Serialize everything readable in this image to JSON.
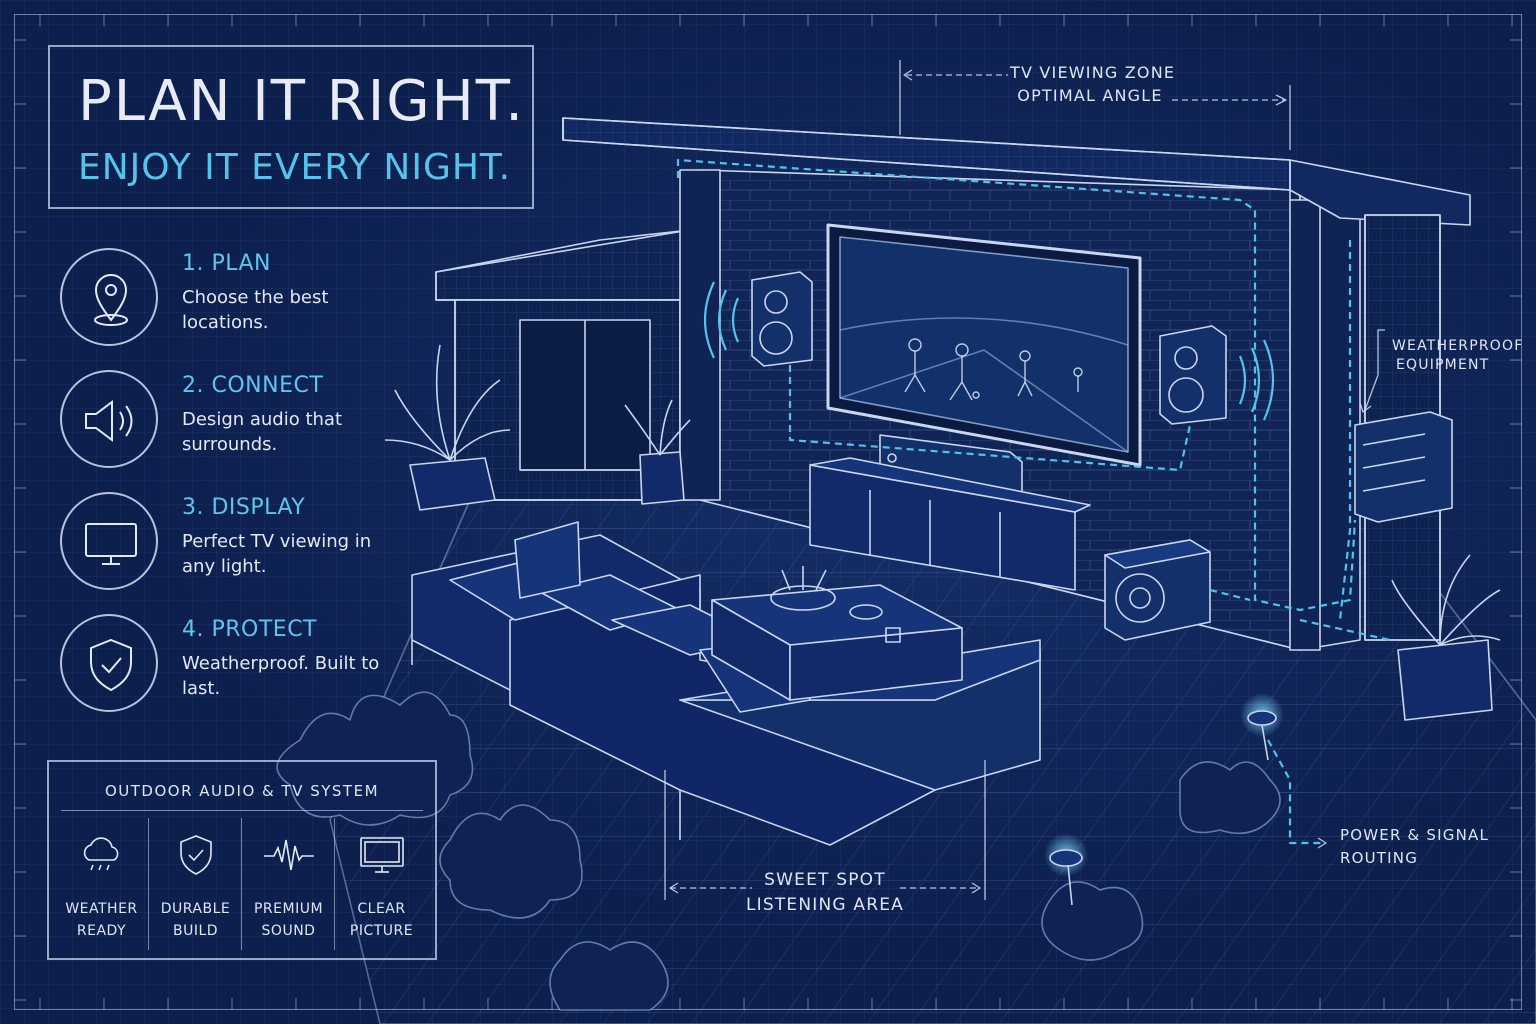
{
  "headline": {
    "line1": "PLAN IT RIGHT.",
    "line2": "ENJOY IT EVERY NIGHT."
  },
  "steps": [
    {
      "title": "1. PLAN",
      "desc": "Choose the best locations.",
      "icon": "location-pin-icon"
    },
    {
      "title": "2. CONNECT",
      "desc": "Design audio that surrounds.",
      "icon": "speaker-icon"
    },
    {
      "title": "3. DISPLAY",
      "desc": "Perfect TV viewing in any light.",
      "icon": "tv-icon"
    },
    {
      "title": "4. PROTECT",
      "desc": "Weatherproof. Built to last.",
      "icon": "shield-check-icon"
    }
  ],
  "system": {
    "title": "OUTDOOR AUDIO & TV SYSTEM",
    "features": [
      {
        "line1": "WEATHER",
        "line2": "READY",
        "icon": "rain-cloud-icon"
      },
      {
        "line1": "DURABLE",
        "line2": "BUILD",
        "icon": "shield-check-icon"
      },
      {
        "line1": "PREMIUM",
        "line2": "SOUND",
        "icon": "sound-wave-icon"
      },
      {
        "line1": "CLEAR",
        "line2": "PICTURE",
        "icon": "monitor-icon"
      }
    ]
  },
  "annotations": {
    "tv_zone": {
      "line1": "TV VIEWING ZONE",
      "line2": "OPTIMAL ANGLE"
    },
    "weatherproof": {
      "line1": "WEATHERPROOF",
      "line2": "EQUIPMENT"
    },
    "power": {
      "line1": "POWER & SIGNAL",
      "line2": "ROUTING"
    },
    "sweet_spot": {
      "line1": "SWEET SPOT",
      "line2": "LISTENING AREA"
    }
  },
  "colors": {
    "background": "#0d1f4d",
    "line": "#c9d6f0",
    "accent": "#56c3ec",
    "cable": "#4fc3ea"
  }
}
